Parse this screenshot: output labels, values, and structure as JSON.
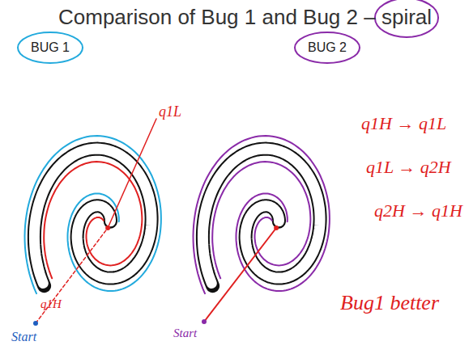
{
  "diagram": {
    "title": "Comparison of Bug 1 and Bug 2 – spiral",
    "nodes": [
      {
        "text": [
          "BUG 1"
        ]
      },
      {
        "text": [
          "BUG 2"
        ]
      }
    ],
    "labels": [
      "Start",
      "q1H",
      "q1L",
      "Start",
      "q1H → q1L",
      "q1L → q2H",
      "q2H → q1H",
      "Bug1 better"
    ]
  }
}
